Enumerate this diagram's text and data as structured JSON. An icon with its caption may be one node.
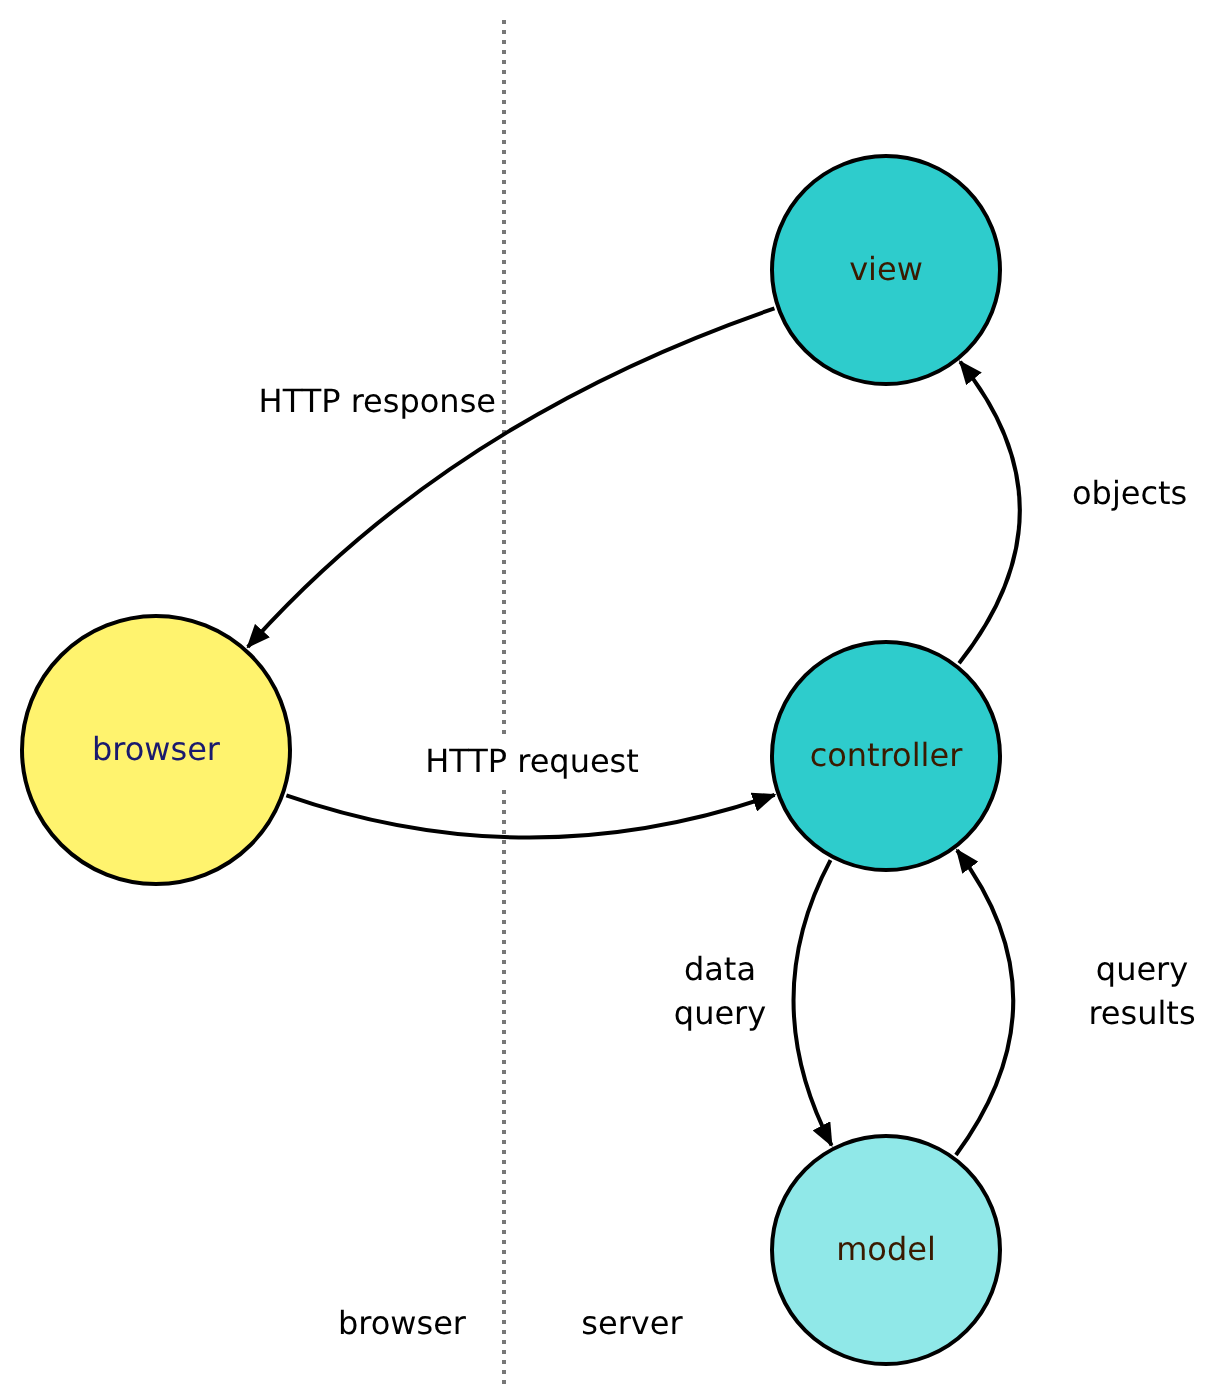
{
  "diagram": {
    "nodes": [
      {
        "text": [
          "view"
        ]
      },
      {
        "text": [
          "browser"
        ]
      },
      {
        "text": [
          "controller"
        ]
      },
      {
        "text": [
          "model"
        ]
      }
    ],
    "edges": [
      {
        "from": 0,
        "to": 1,
        "arrow": "to",
        "label": "HTTP response"
      },
      {
        "from": 1,
        "to": 2,
        "arrow": "to",
        "label": "HTTP request"
      },
      {
        "from": 2,
        "to": 0,
        "arrow": "to",
        "label": "objects"
      },
      {
        "from": 2,
        "to": 3,
        "arrow": "to",
        "label": "data query"
      },
      {
        "from": 3,
        "to": 2,
        "arrow": "to",
        "label": "query results"
      }
    ],
    "labels": [
      "browser",
      "server"
    ]
  }
}
